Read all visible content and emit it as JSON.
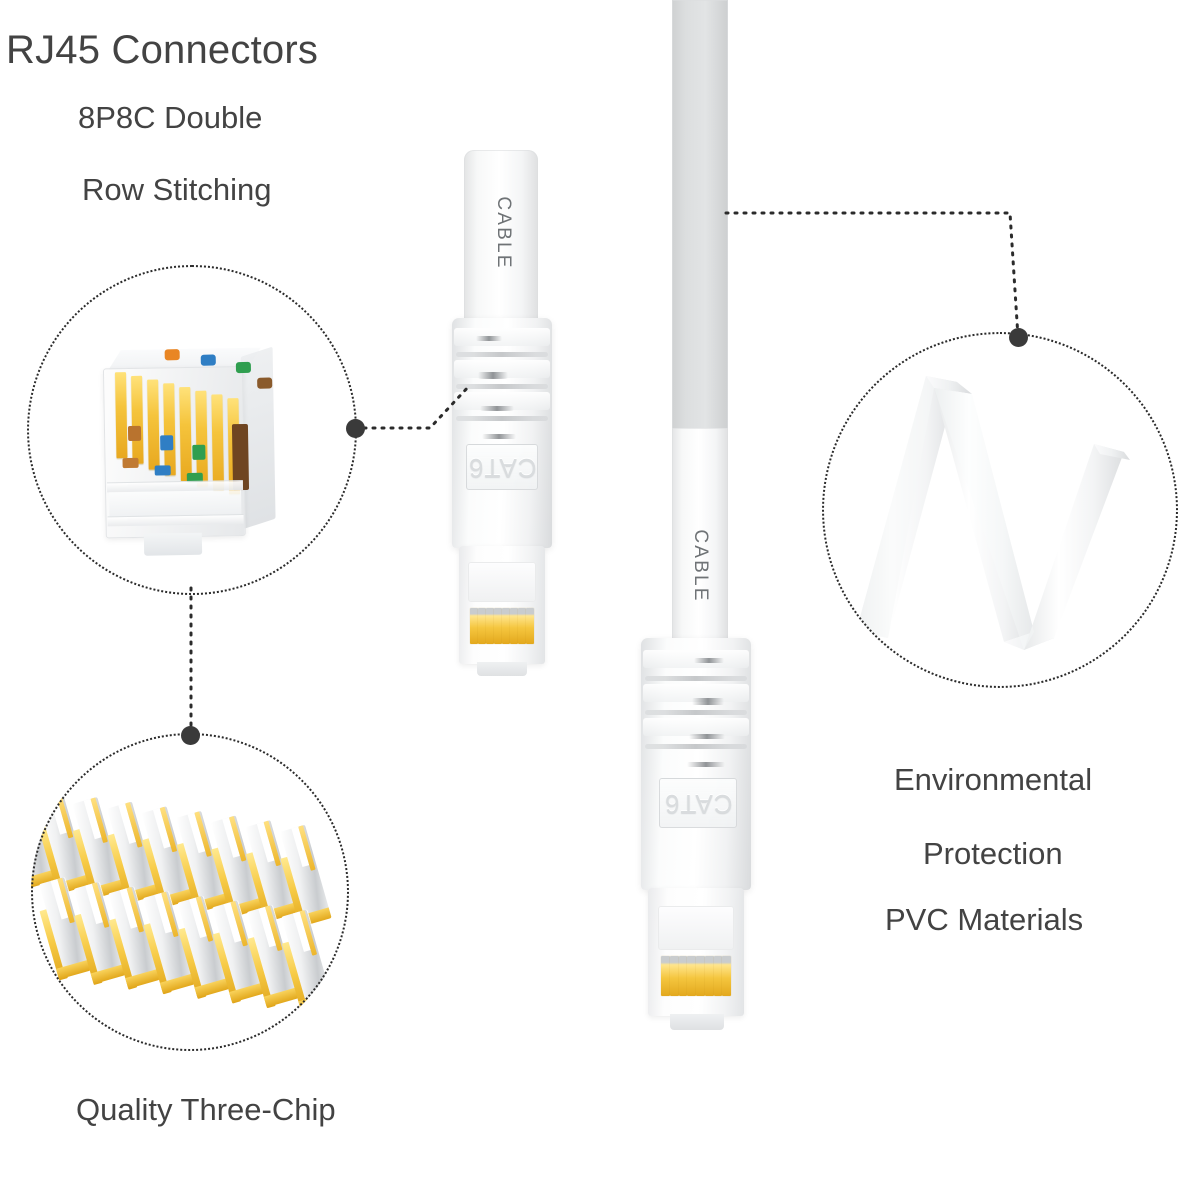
{
  "page": {
    "background_color": "#ffffff",
    "text_color": "#434343",
    "accent_dot_color": "#3a3a3a",
    "gold_pin_color": "#f5c63f"
  },
  "headings": {
    "title": "RJ45 Connectors",
    "subtitle_line1": "8P8C Double",
    "subtitle_line2": "Row Stitching"
  },
  "captions": {
    "bottom_left": "Quality Three-Chip",
    "right_line1": "Environmental",
    "right_line2": "Protection",
    "right_line3": "PVC Materials"
  },
  "product": {
    "cable_print_label": "CABLE",
    "connector_category_label": "CAT6",
    "pin_count": 8
  },
  "callouts": [
    {
      "id": "connector-internals",
      "name": "rj45-connector-cutaway",
      "description": "Transparent RJ45 8P8C connector showing double-row stitched gold contacts and colour-coded twisted pair wires"
    },
    {
      "id": "contact-blades",
      "name": "gold-plated-contact-blades",
      "description": "Array of three-chip gold plated contact blades"
    },
    {
      "id": "flat-cable-loop",
      "name": "folded-flat-pvc-cable",
      "description": "Flat white PVC ribbon cable folded into a zig-zag loop"
    }
  ],
  "wire_colors": {
    "orange": "#e98624",
    "orange_white": "#f6c48e",
    "blue": "#2f7ec4",
    "blue_white": "#a9cbe8",
    "green": "#2f9e4f",
    "green_white": "#a8d8b6",
    "brown": "#7a4a22",
    "brown_white": "#c8a382"
  }
}
